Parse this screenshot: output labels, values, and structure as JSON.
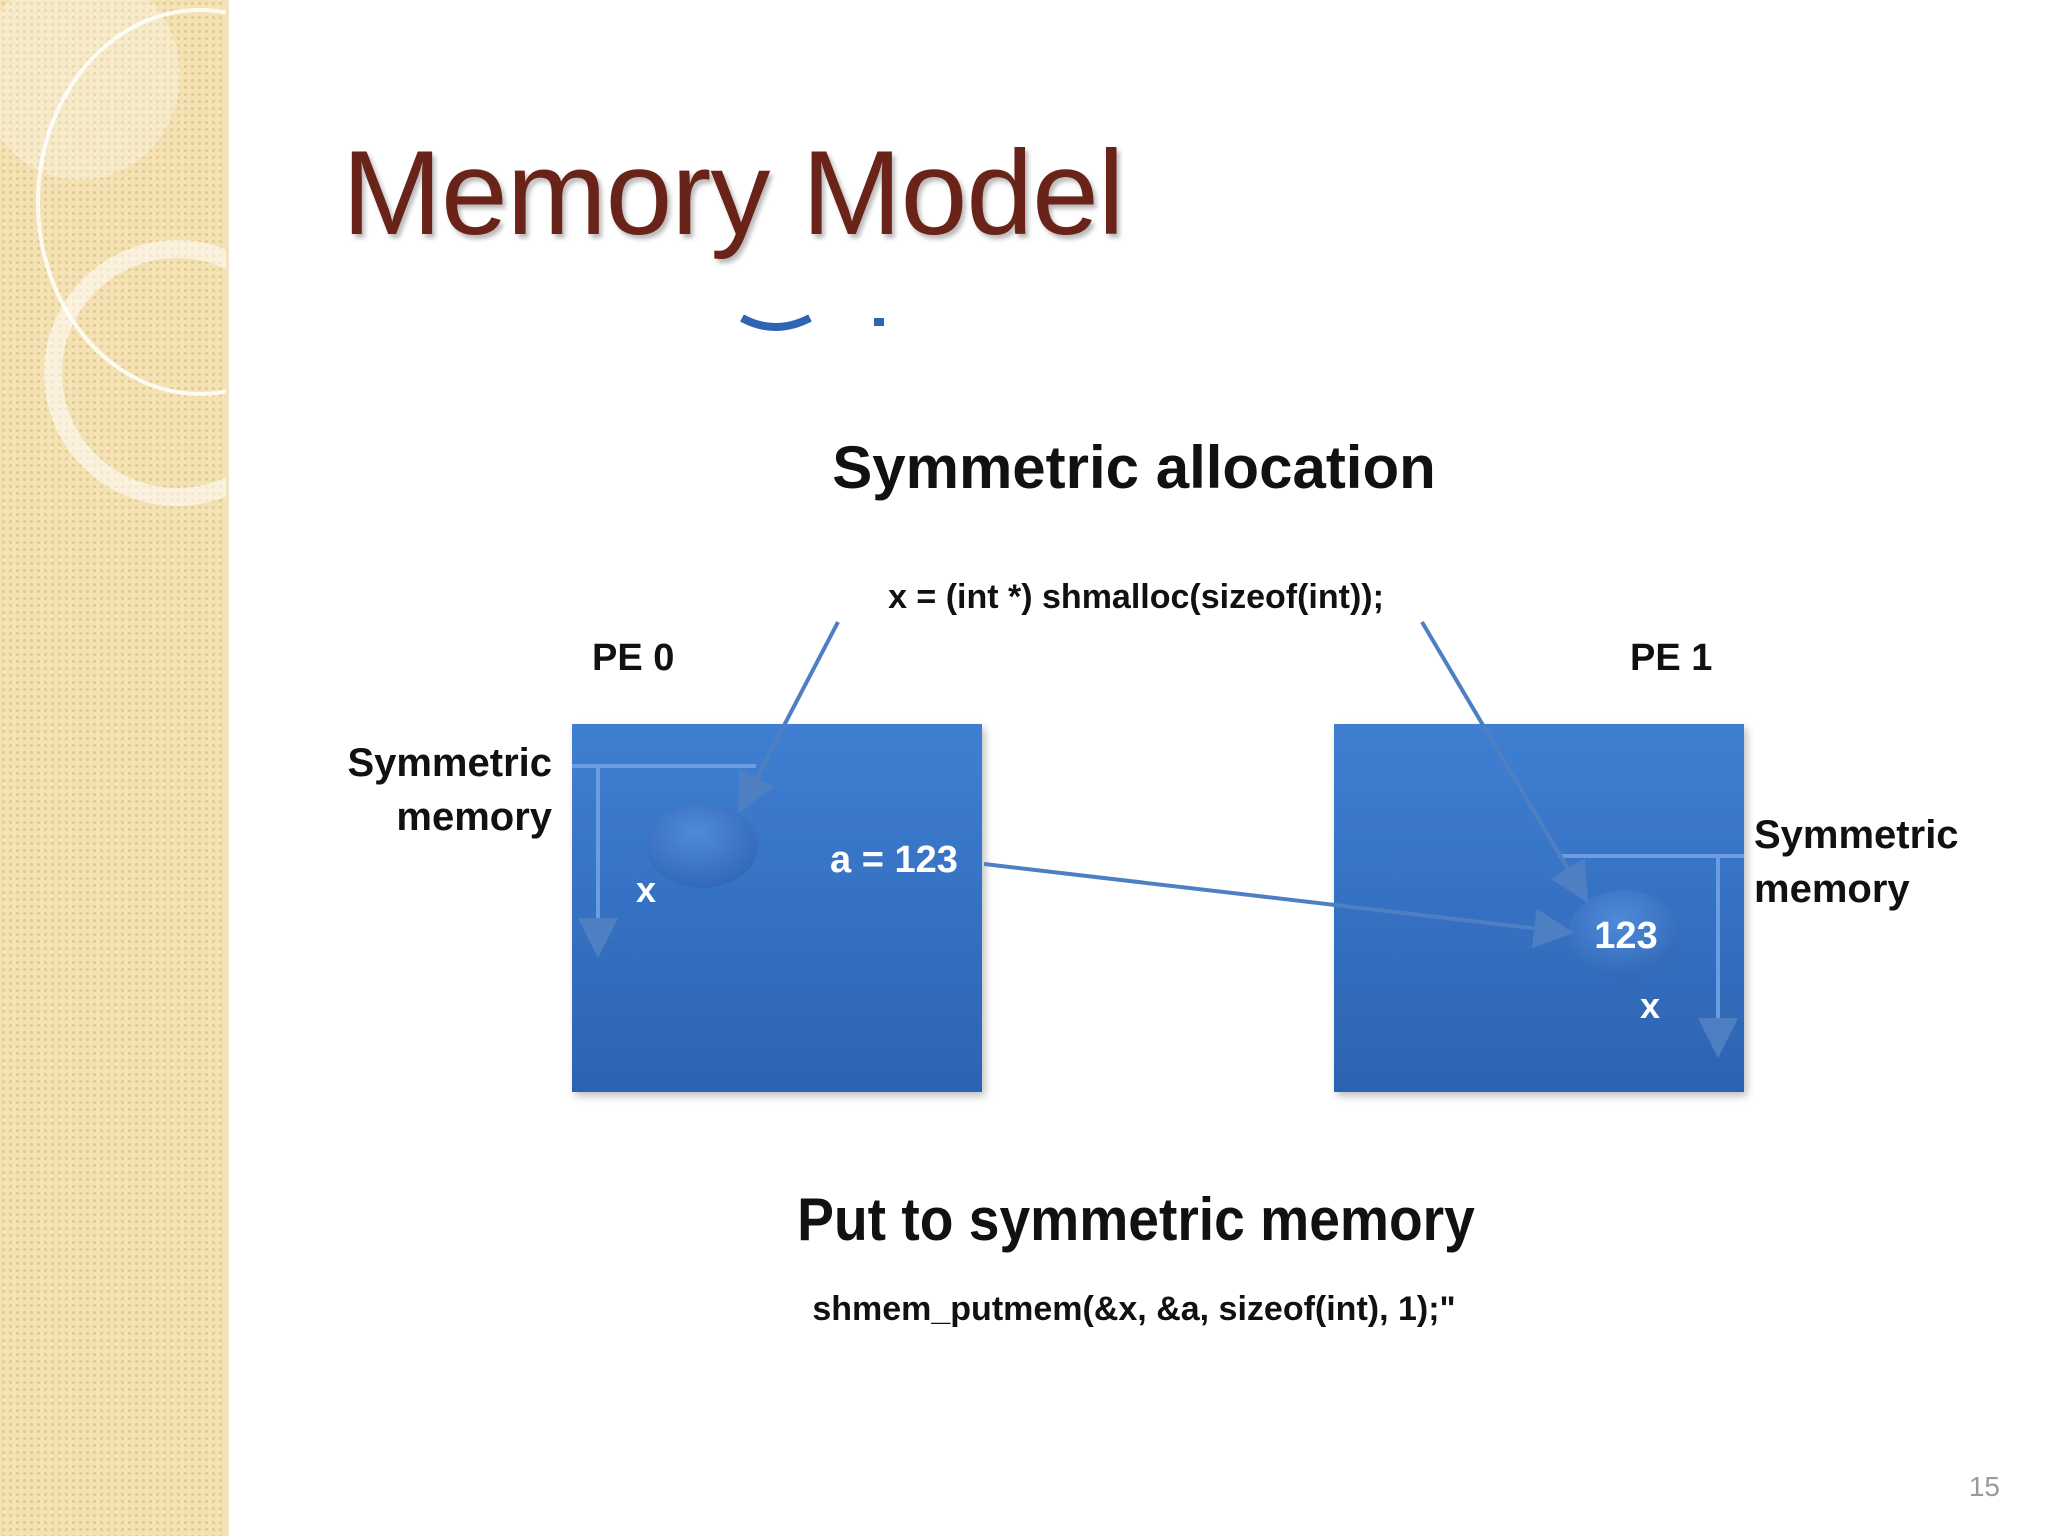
{
  "slide": {
    "title": "Memory Model",
    "number": "15"
  },
  "diagram": {
    "allocation_heading": "Symmetric allocation",
    "allocation_code": "x = (int *) shmalloc(sizeof(int));",
    "pe0": {
      "label": "PE 0",
      "region_label_line1": "Symmetric",
      "region_label_line2": "memory",
      "var_label": "x",
      "local_var": "a = 123"
    },
    "pe1": {
      "label": "PE 1",
      "region_label_line1": "Symmetric",
      "region_label_line2": "memory",
      "var_label": "x",
      "cell_value": "123"
    },
    "put_heading": "Put to symmetric memory",
    "put_code": "shmem_putmem(&x, &a, sizeof(int), 1);\""
  },
  "colors": {
    "title": "#6a2318",
    "box_top": "#3f7fd2",
    "box_bottom": "#2d64b3",
    "arrow": "#4f7fc3",
    "sidebar": "#f4e2b4"
  }
}
